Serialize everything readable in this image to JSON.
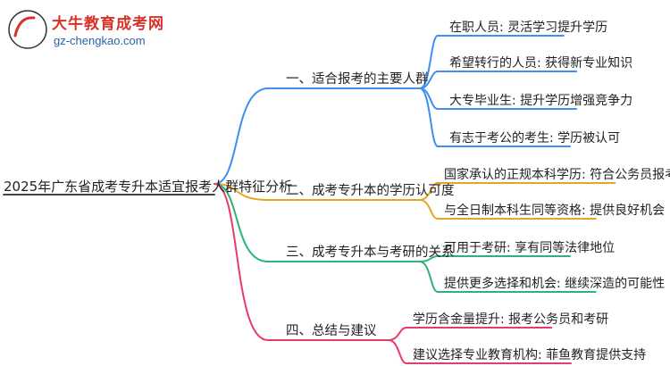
{
  "logo": {
    "badge_text": "大牛",
    "title": "大牛教育成考网",
    "url": "gz-chengkao.com"
  },
  "root": {
    "label": "2025年广东省成考专升本适宜报考人群特征分析"
  },
  "branches": [
    {
      "label": "一、适合报考的主要人群",
      "color": "#3d8ff0",
      "leaves": [
        "在职人员: 灵活学习提升学历",
        "希望转行的人员: 获得新专业知识",
        "大专毕业生: 提升学历增强竞争力",
        "有志于考公的考生: 学历被认可"
      ]
    },
    {
      "label": "二、成考专升本的学历认可度",
      "color": "#e5a623",
      "leaves": [
        "国家承认的正规本科学历: 符合公务员报考条件",
        "与全日制本科生同等资格: 提供良好机会"
      ]
    },
    {
      "label": "三、成考专升本与考研的关系",
      "color": "#2fb27a",
      "leaves": [
        "可用于考研: 享有同等法律地位",
        "提供更多选择和机会: 继续深造的可能性"
      ]
    },
    {
      "label": "四、总结与建议",
      "color": "#e63d67",
      "leaves": [
        "学历含金量提升: 报考公务员和考研",
        "建议选择专业教育机构: 菲鱼教育提供支持"
      ]
    }
  ]
}
